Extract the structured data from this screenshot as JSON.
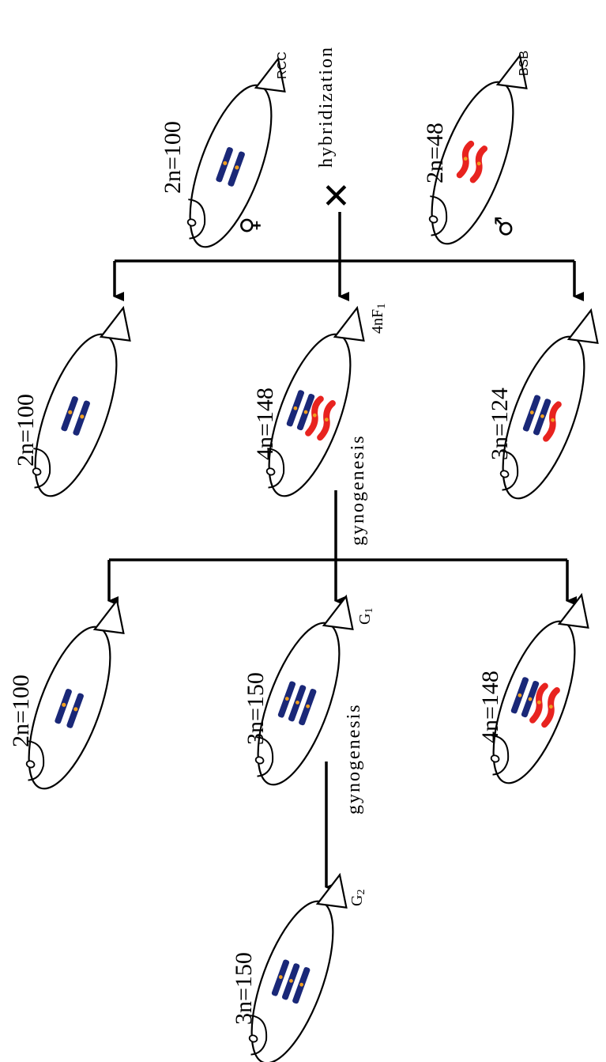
{
  "colors": {
    "rcc_chromosome": "#1a2878",
    "bsb_chromosome": "#e8231f",
    "centromere": "#f0a020",
    "line": "#000000"
  },
  "parents": {
    "female": {
      "name": "RCC",
      "ploidy": "2n=100",
      "sex_symbol": "♀"
    },
    "male": {
      "name": "BSB",
      "ploidy": "2n=48",
      "sex_symbol": "♂"
    },
    "cross_symbol": "✕",
    "process": "hybridization"
  },
  "f1": {
    "left": {
      "ploidy": "2n=100"
    },
    "middle": {
      "ploidy": "4n=148",
      "name_main": "4nF",
      "name_sub": "1"
    },
    "right": {
      "ploidy": "3n=124"
    },
    "process": "gynogenesis"
  },
  "g1": {
    "left": {
      "ploidy": "2n=100"
    },
    "middle": {
      "ploidy": "3n=150",
      "name_main": "G",
      "name_sub": "1"
    },
    "right": {
      "ploidy": "4n=148"
    },
    "process": "gynogenesis"
  },
  "g2": {
    "ploidy": "3n=150",
    "name_main": "G",
    "name_sub": "2"
  }
}
